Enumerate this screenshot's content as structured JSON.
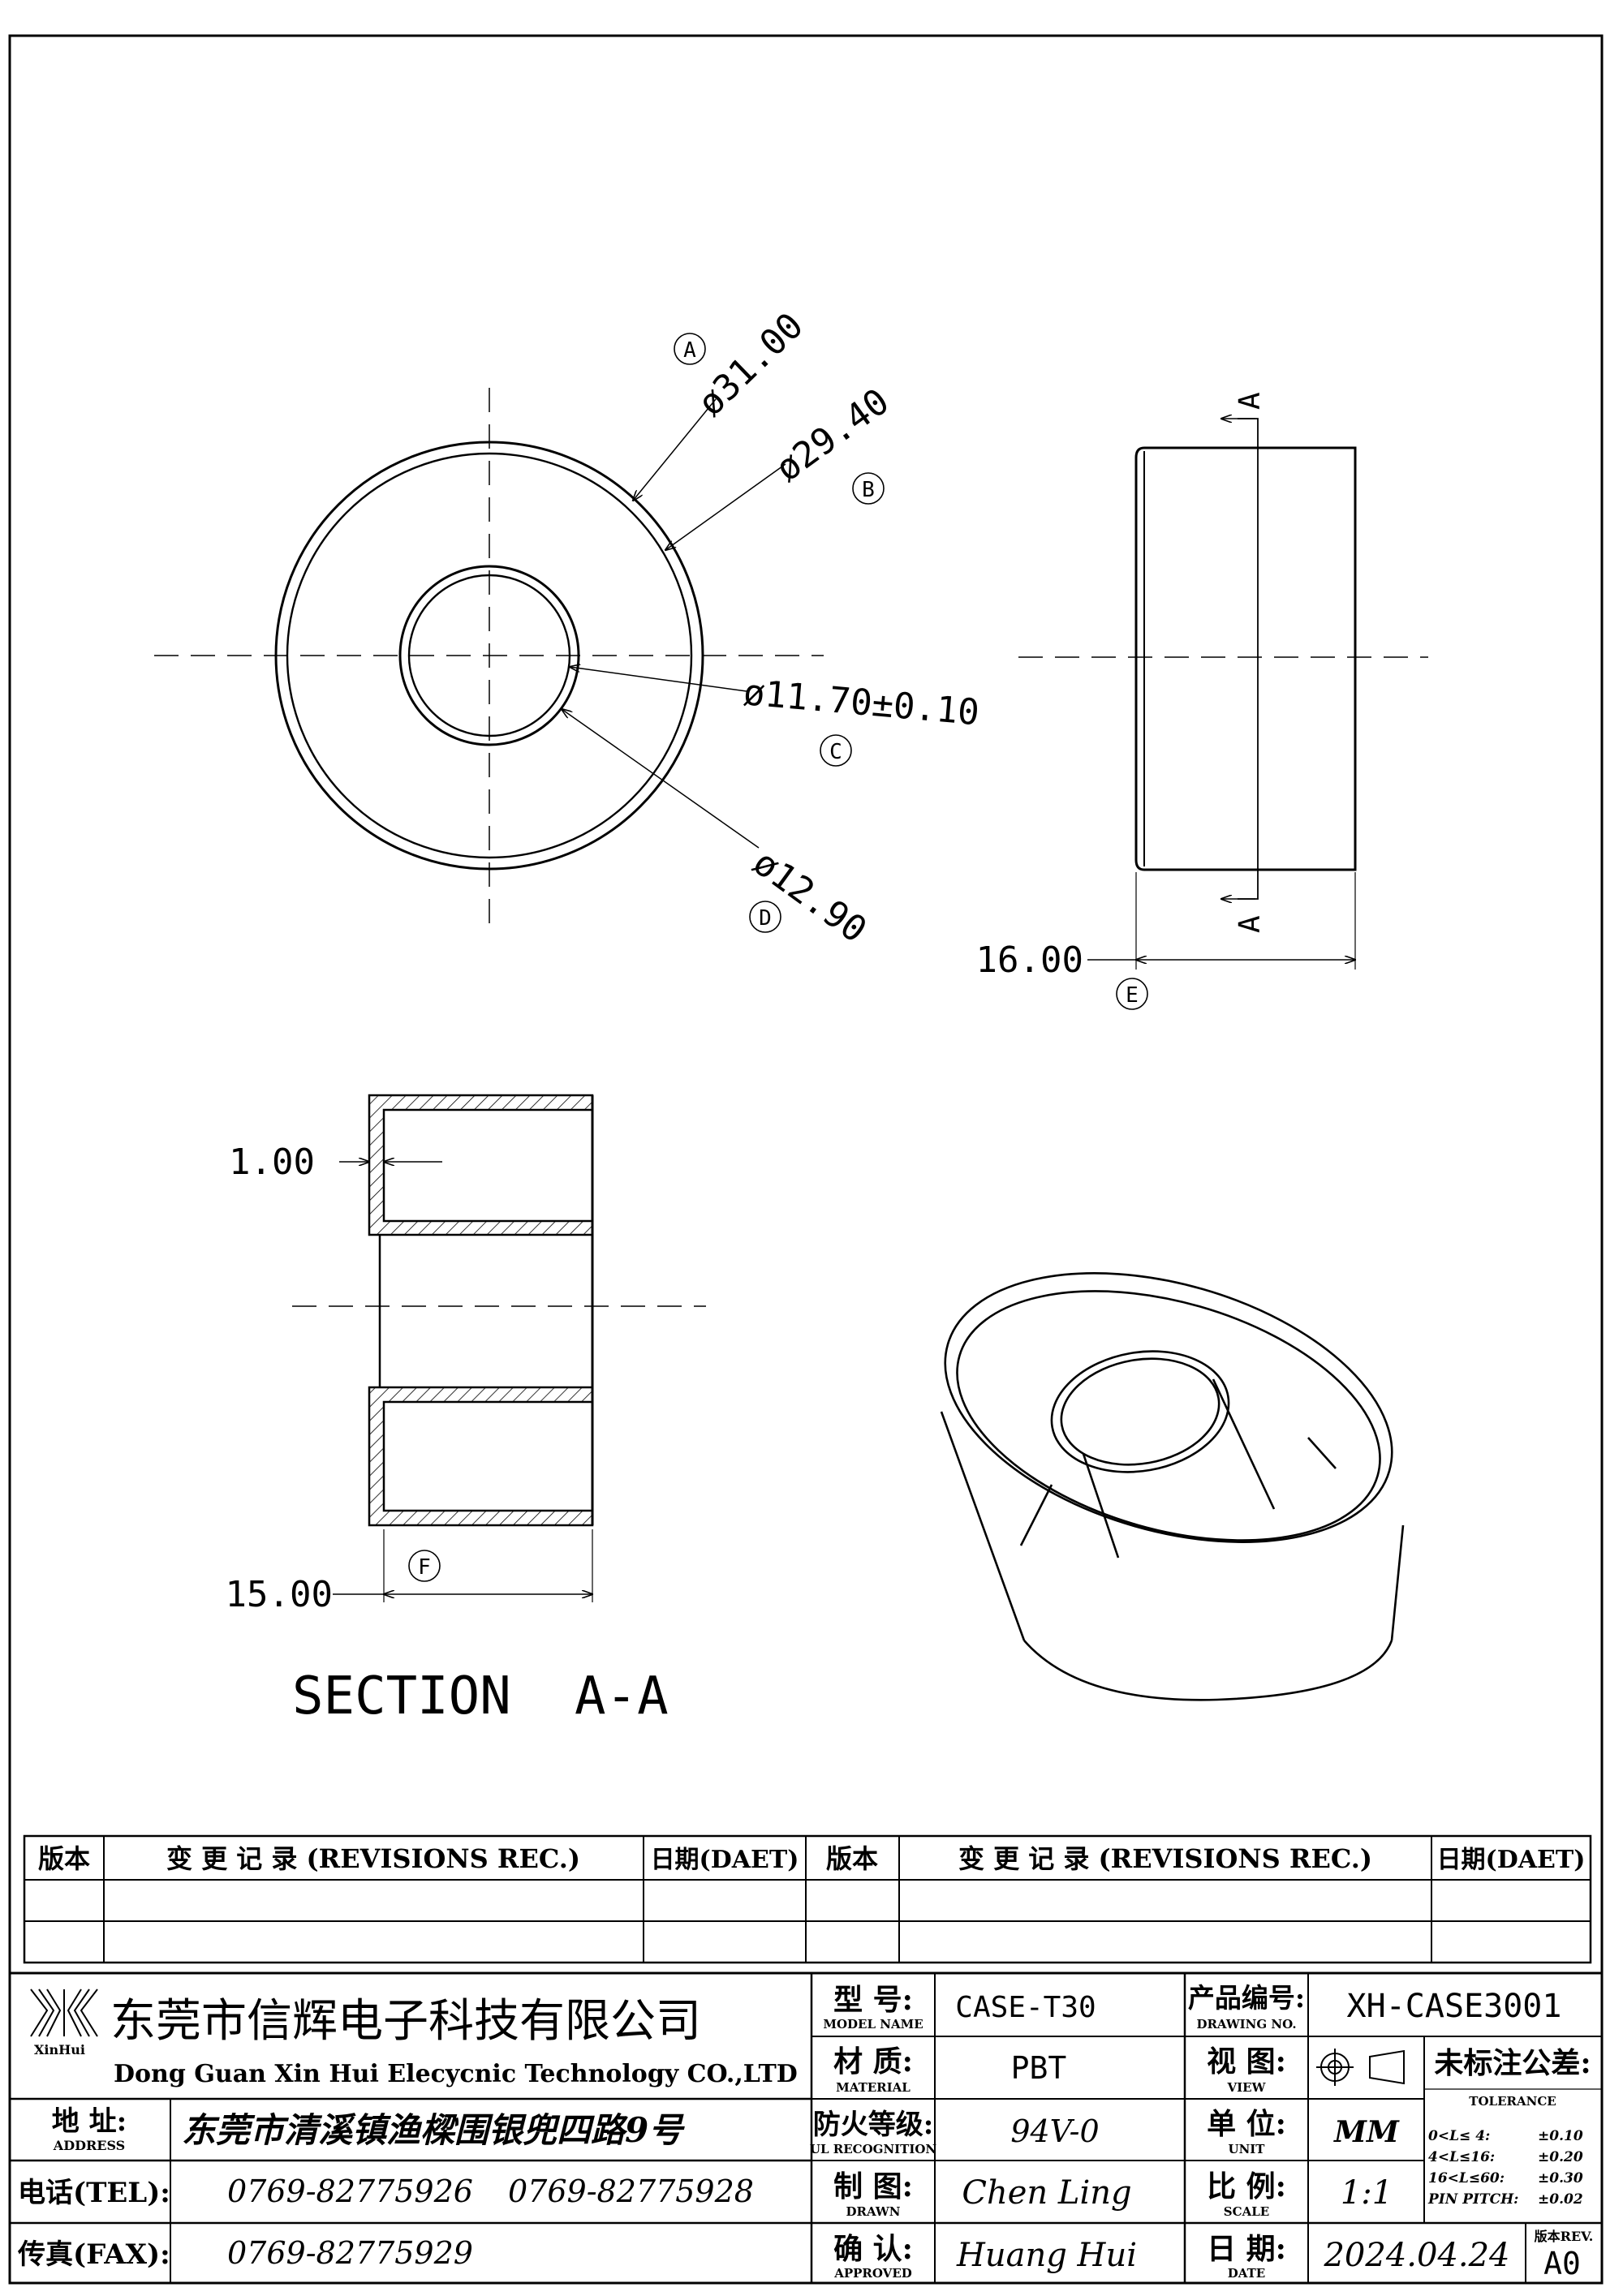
{
  "drawing": {
    "dims": {
      "a": "ø31.00",
      "b": "ø29.40",
      "c": "ø11.70±0.10",
      "d": "ø12.90",
      "e": "16.00",
      "f": "15.00",
      "wall": "1.00"
    },
    "markers": {
      "a": "A",
      "b": "B",
      "c": "C",
      "d": "D",
      "e": "E",
      "f": "F"
    },
    "cut_label": "A",
    "section_caption": "SECTION",
    "section_name": "A-A"
  },
  "revisions": {
    "header": {
      "ver": "版本",
      "rec": "变 更 记 录 (REVISIONS REC.)",
      "date": "日期(DAET)"
    }
  },
  "title_block": {
    "company_cn": "东莞市信辉电子科技有限公司",
    "company_en": "Dong Guan Xin Hui Elecycnic Technology CO.,LTD",
    "logo_text": "XinHui",
    "address_label": "地 址:",
    "address_label_en": "ADDRESS",
    "address": "东莞市清溪镇渔樑围银兜四路9号",
    "tel_label": "电话(TEL):",
    "tel1": "0769-82775926",
    "tel2": "0769-82775928",
    "fax_label": "传真(FAX):",
    "fax": "0769-82775929",
    "model_label": "型 号:",
    "model_label_en": "MODEL NAME",
    "model": "CASE-T30",
    "material_label": "材 质:",
    "material_label_en": "MATERIAL",
    "material": "PBT",
    "ul_label": "防火等级:",
    "ul_label_en": "UL RECOGNITION",
    "ul": "94V-0",
    "drawn_label": "制 图:",
    "drawn_label_en": "DRAWN",
    "drawn": "Chen Ling",
    "approved_label": "确 认:",
    "approved_label_en": "APPROVED",
    "approved": "Huang Hui",
    "drawing_no_label": "产品编号:",
    "drawing_no_label_en": "DRAWING NO.",
    "drawing_no": "XH-CASE3001",
    "view_label": "视 图:",
    "view_label_en": "VIEW",
    "unit_label": "单 位:",
    "unit_label_en": "UNIT",
    "unit": "MM",
    "scale_label": "比 例:",
    "scale_label_en": "SCALE",
    "scale": "1:1",
    "date_label": "日 期:",
    "date_label_en": "DATE",
    "date": "2024.04.24",
    "tolerance_label": "未标注公差:",
    "tolerance_label_en": "TOLERANCE",
    "tolerances": [
      {
        "range": "0<L≤ 4:",
        "value": "±0.10"
      },
      {
        "range": "4<L≤16:",
        "value": "±0.20"
      },
      {
        "range": "16<L≤60:",
        "value": "±0.30"
      },
      {
        "range": "PIN PITCH:",
        "value": "±0.02"
      }
    ],
    "rev_label": "版本REV.",
    "rev": "A0"
  }
}
